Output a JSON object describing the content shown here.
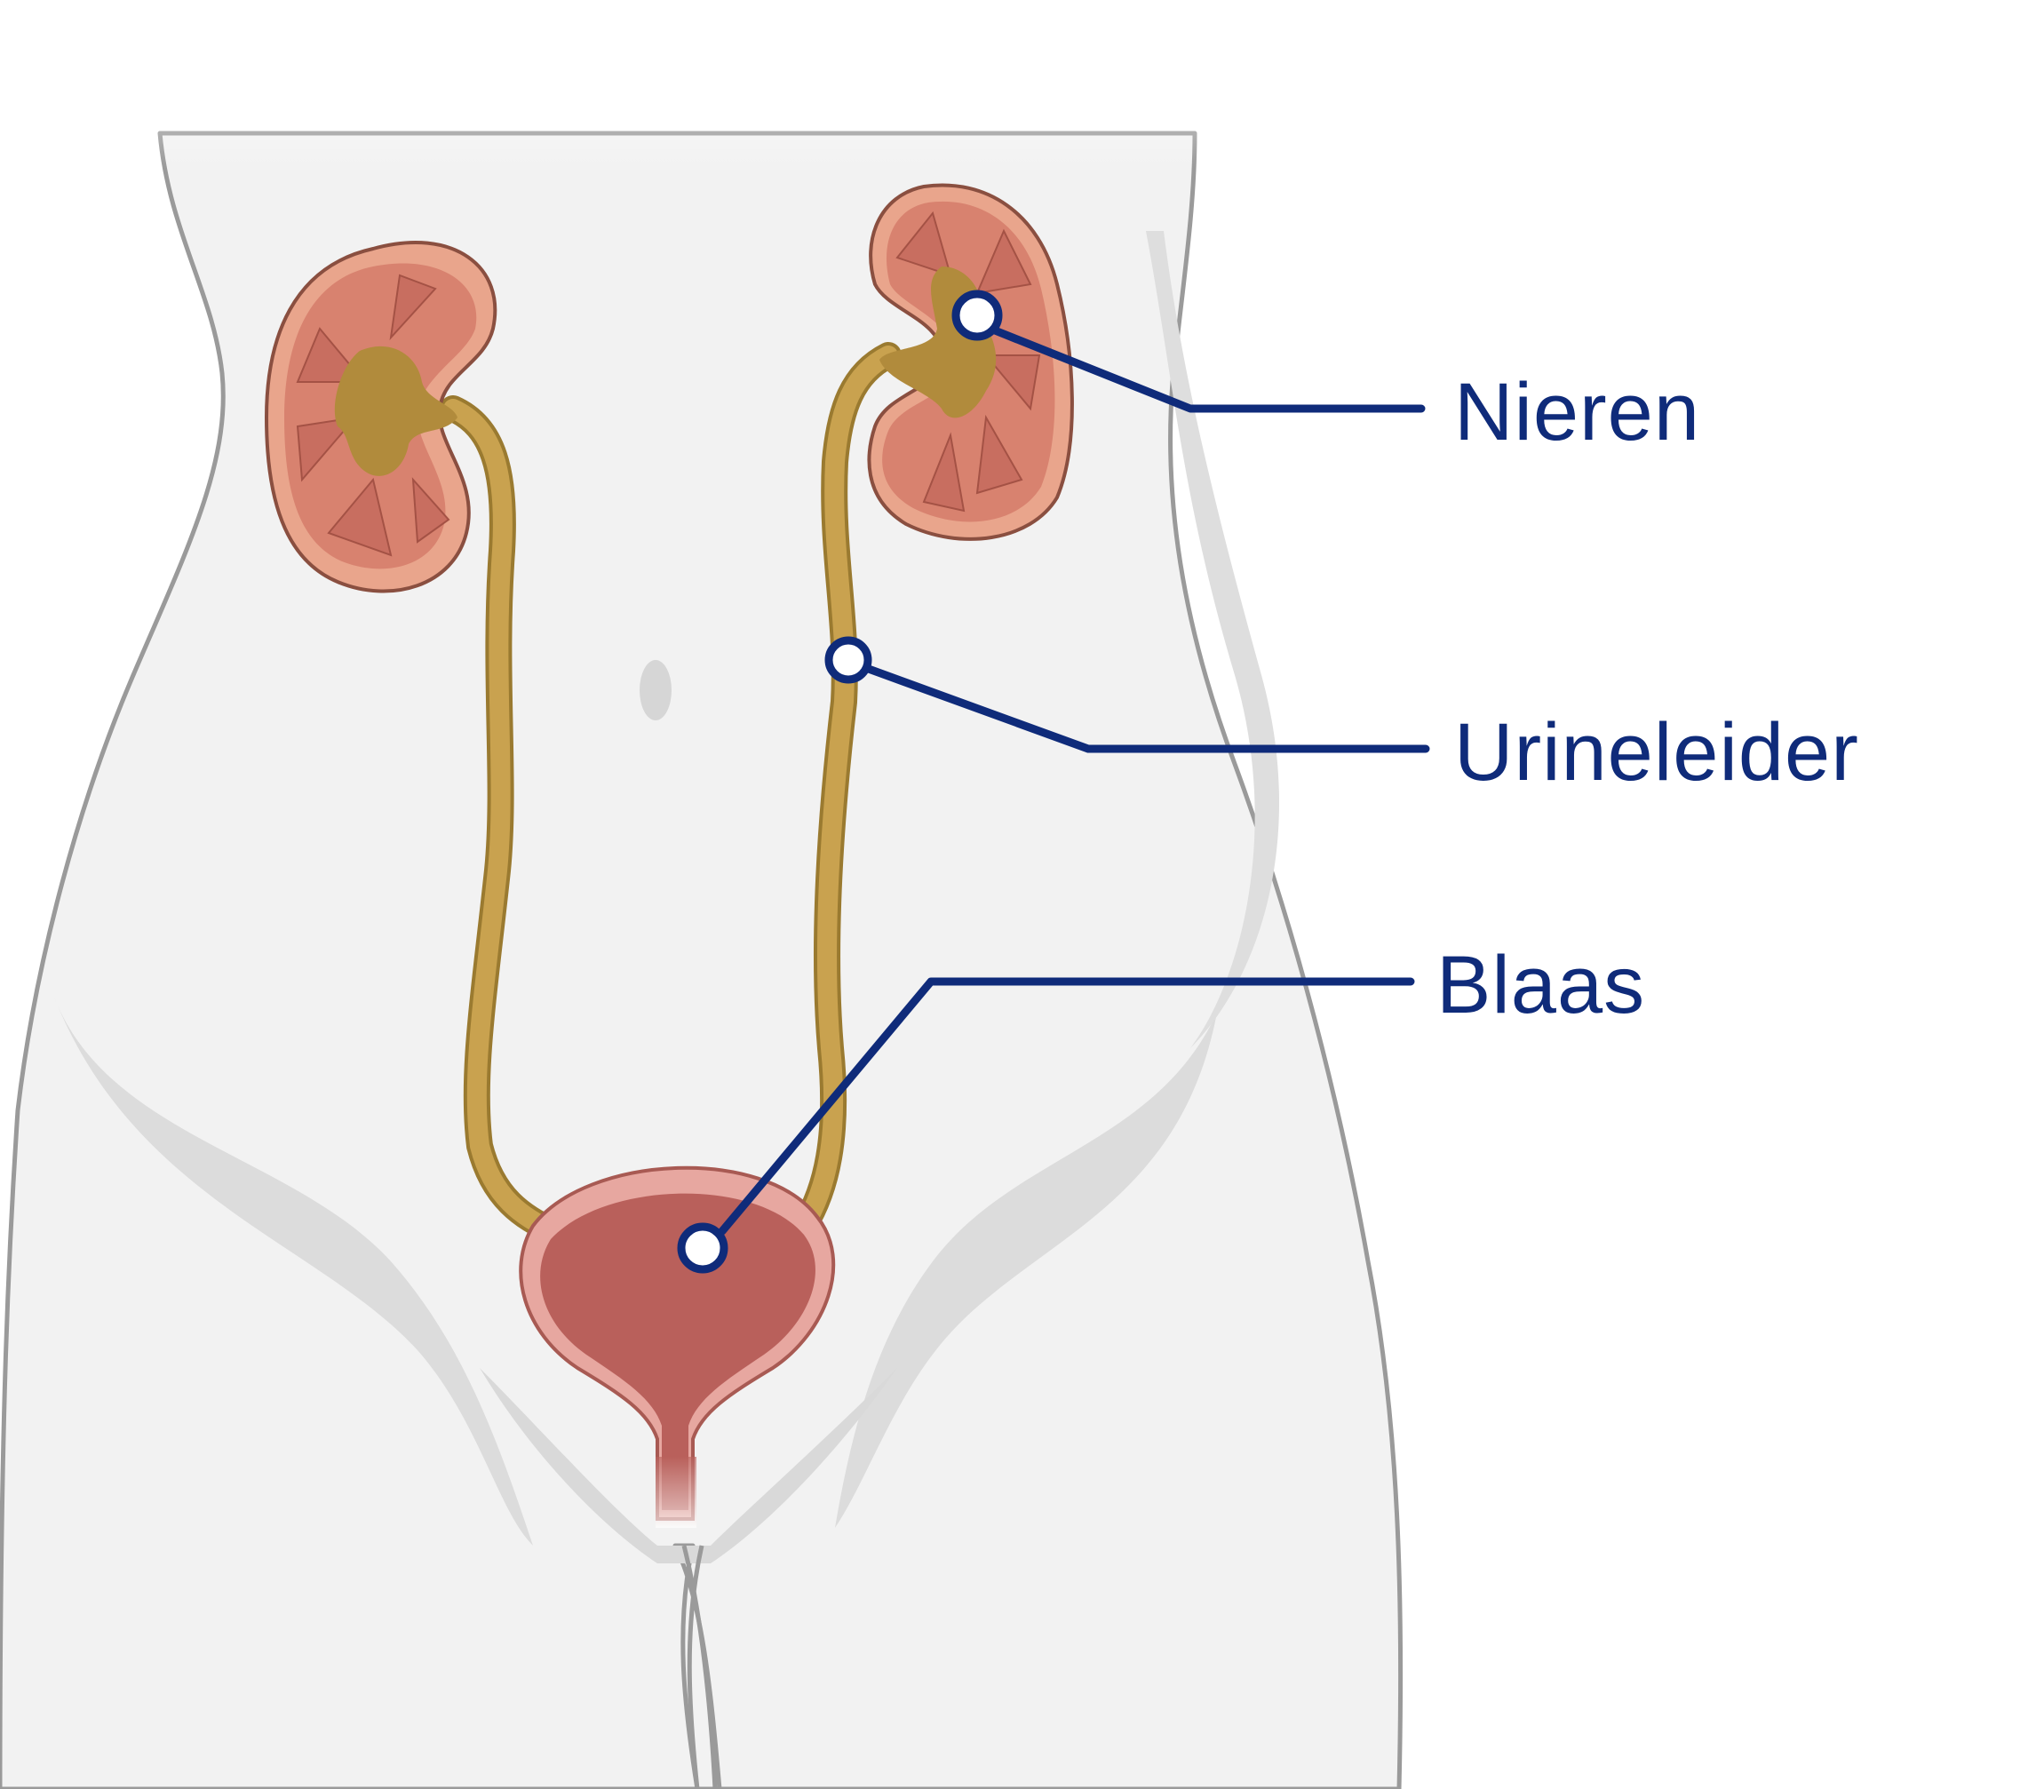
{
  "labels": {
    "kidneys": "Nieren",
    "ureter": "Urineleider",
    "bladder": "Blaas"
  },
  "colors": {
    "label_navy": "#0f2b7a",
    "body_fill": "#f2f2f2",
    "body_shadow": "#dedede",
    "body_outline": "#9a9a9a",
    "kidney_capsule": "#d08a70",
    "kidney_cortex": "#e9a58c",
    "kidney_pyramid": "#c86e60",
    "renal_pelvis": "#b18b3c",
    "ureter": "#c9a24f",
    "bladder_wall": "#e7a7a0",
    "bladder_inner": "#b9605b"
  }
}
